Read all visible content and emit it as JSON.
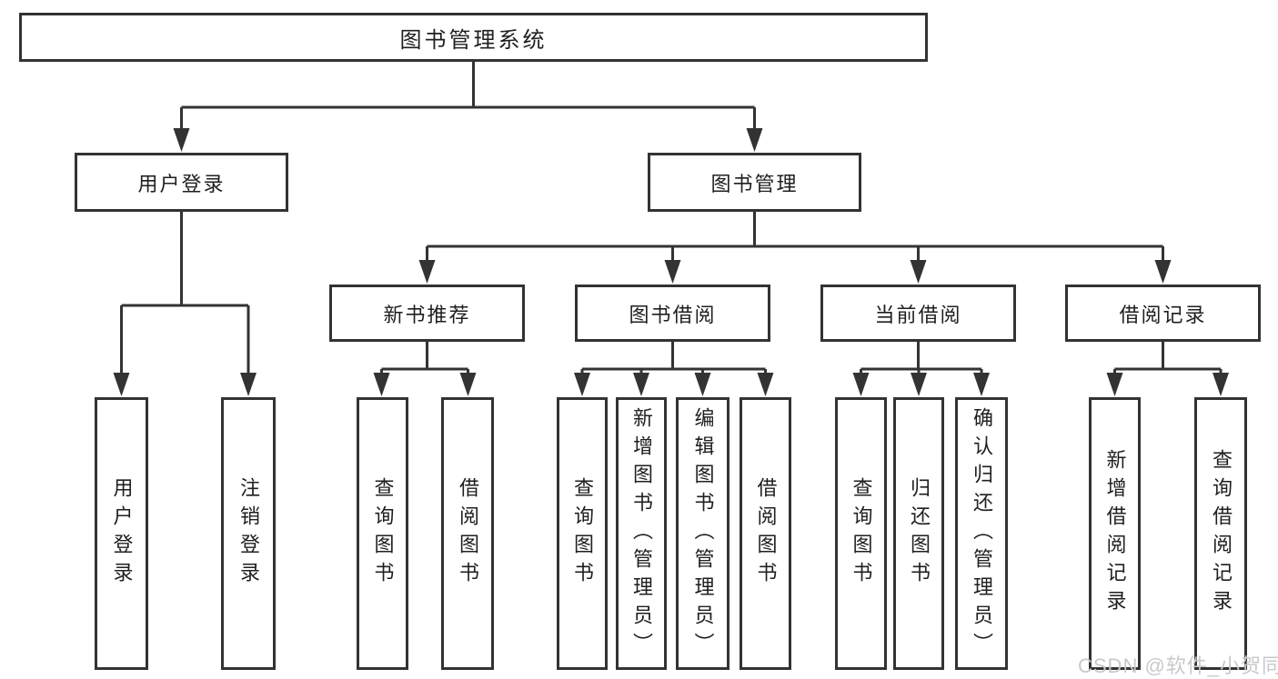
{
  "diagram": {
    "title": {
      "label": "图书管理系统"
    },
    "level2": [
      {
        "label": "用户登录"
      },
      {
        "label": "图书管理"
      }
    ],
    "level3": [
      {
        "label": "新书推荐"
      },
      {
        "label": "图书借阅"
      },
      {
        "label": "当前借阅"
      },
      {
        "label": "借阅记录"
      }
    ],
    "leaves": [
      {
        "label": "用户登录"
      },
      {
        "label": "注销登录"
      },
      {
        "label": "查询图书"
      },
      {
        "label": "借阅图书"
      },
      {
        "label": "查询图书"
      },
      {
        "label": "新增图书（管理员）"
      },
      {
        "label": "编辑图书（管理员）"
      },
      {
        "label": "借阅图书"
      },
      {
        "label": "查询图书"
      },
      {
        "label": "归还图书"
      },
      {
        "label": "确认归还（管理员）"
      },
      {
        "label": "新增借阅记录"
      },
      {
        "label": "查询借阅记录"
      }
    ]
  },
  "watermark": {
    "text": "CSDN @软件_小贺同学"
  },
  "colors": {
    "line": "#333333",
    "text": "#1f1f1f",
    "watermark": "#c9c9c9",
    "background": "#ffffff"
  }
}
